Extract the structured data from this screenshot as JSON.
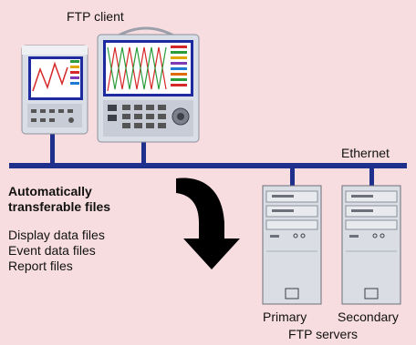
{
  "diagram": {
    "client_label": "FTP client",
    "network_label": "Ethernet",
    "files_heading": [
      "Automatically",
      "transferable files"
    ],
    "file_types": [
      "Display data files",
      "Event data files",
      "Report files"
    ],
    "servers": {
      "primary_label": "Primary",
      "secondary_label": "Secondary",
      "group_label": "FTP servers"
    }
  },
  "colors": {
    "background": "#f8dde0",
    "network_line": "#1e2f8c",
    "arrow": "#000000"
  },
  "icons": [
    "recorder-icon",
    "server-icon",
    "transfer-arrow-icon"
  ]
}
